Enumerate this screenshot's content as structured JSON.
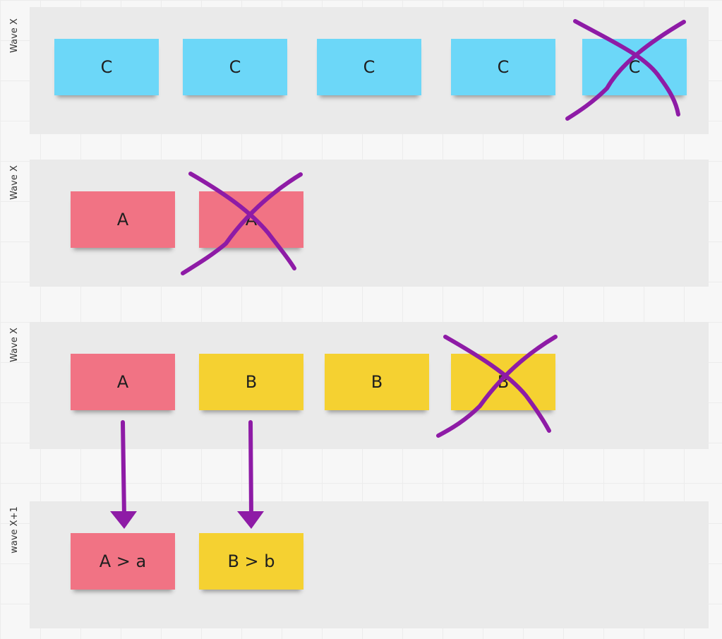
{
  "lanes": [
    {
      "label": "Wave X"
    },
    {
      "label": "Wave X"
    },
    {
      "label": "Wave X"
    },
    {
      "label": "wave X+1"
    }
  ],
  "notes": {
    "row1": [
      "C",
      "C",
      "C",
      "C",
      "C"
    ],
    "row2": [
      "A",
      "A"
    ],
    "row3": [
      "A",
      "B",
      "B",
      "B"
    ],
    "row4": [
      "A > a",
      "B > b"
    ]
  },
  "colors": {
    "blue_note": "#6cd7f8",
    "red_note": "#f17384",
    "yellow_note": "#f5d131",
    "marker": "#8e1ba6",
    "lane_background": "#eaeaea"
  },
  "crossed_out_notes": [
    "row1 note 5",
    "row2 note 2",
    "row3 note 4"
  ],
  "arrows": [
    "A to A > a",
    "B to B > b"
  ]
}
